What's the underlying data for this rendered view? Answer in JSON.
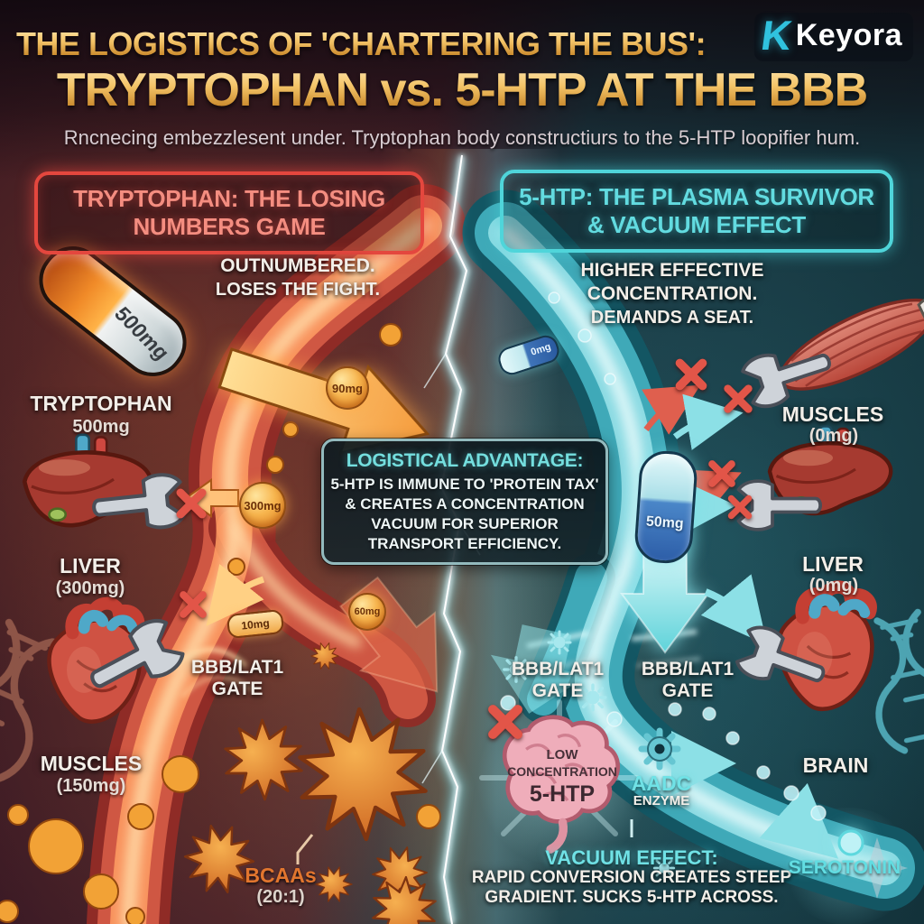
{
  "brand": {
    "mark": "K",
    "name": "Keyora"
  },
  "header": {
    "title_line1": "THE LOGISTICS OF 'CHARTERING THE BUS':",
    "title_line2": "TRYPTOPHAN vs. 5-HTP AT THE BBB",
    "subtitle": "Rncnecing embezzlesent under. Tryptophan body constructiurs to the 5-HTP loopifier hum."
  },
  "left": {
    "box_line1": "TRYPTOPHAN: THE LOSING",
    "box_line2": "NUMBERS GAME",
    "tag_line1": "OUTNUMBERED.",
    "tag_line2": "LOSES THE FIGHT.",
    "capsule_label": "500mg",
    "name": "TRYPTOPHAN",
    "dose": "500mg",
    "bubble_90": "90mg",
    "bubble_300": "300mg",
    "pill_10": "10mg",
    "bubble_60": "60mg",
    "liver_name": "LIVER",
    "liver_amount": "(300mg)",
    "muscles_name": "MUSCLES",
    "muscles_amount": "(150mg)",
    "gate_line1": "BBB/LAT1",
    "gate_line2": "GATE",
    "bcaa_name": "BCAAs",
    "bcaa_ratio": "(20:1)"
  },
  "center": {
    "advantage_title": "LOGISTICAL ADVANTAGE:",
    "advantage_lines": [
      "5-HTP IS IMMUNE TO 'PROTEIN TAX'",
      "& CREATES A CONCENTRATION",
      "VACUUM FOR SUPERIOR",
      "TRANSPORT EFFICIENCY."
    ]
  },
  "right": {
    "box_line1": "5-HTP: THE PLASMA SURVIVOR",
    "box_line2": "& VACUUM EFFECT",
    "tag_line1": "HIGHER EFFECTIVE",
    "tag_line2": "CONCENTRATION.",
    "tag_line3": "DEMANDS A SEAT.",
    "capsule_small_label": "0mg",
    "capsule_label": "50mg",
    "muscles_name": "MUSCLES",
    "muscles_amount": "(0mg)",
    "liver_name": "LIVER",
    "liver_amount": "(0mg)",
    "gate1_line1": "BBB/LAT1",
    "gate1_line2": "GATE",
    "gate2_line1": "BBB/LAT1",
    "gate2_line2": "GATE",
    "brain_line1": "LOW",
    "brain_line2": "CONCENTRATION",
    "brain_line3": "5-HTP",
    "enzyme_name": "AADC",
    "enzyme_word": "ENZYME",
    "brain_label": "BRAIN",
    "vacuum_title": "VACUUM EFFECT:",
    "vacuum_line1": "RAPID CONVERSION CREATES STEEP",
    "vacuum_line2": "GRADIENT. SUCKS 5-HTP ACROSS.",
    "serotonin": "SEROTONIN"
  },
  "colors": {
    "gold": "#f2b654",
    "red_accent": "#e4473e",
    "salmon": "#f48d80",
    "cyan_accent": "#62dbe0",
    "bcaa_orange": "#e2762e",
    "bubble_orange": "#f7b54e",
    "white": "#f3efe9"
  }
}
